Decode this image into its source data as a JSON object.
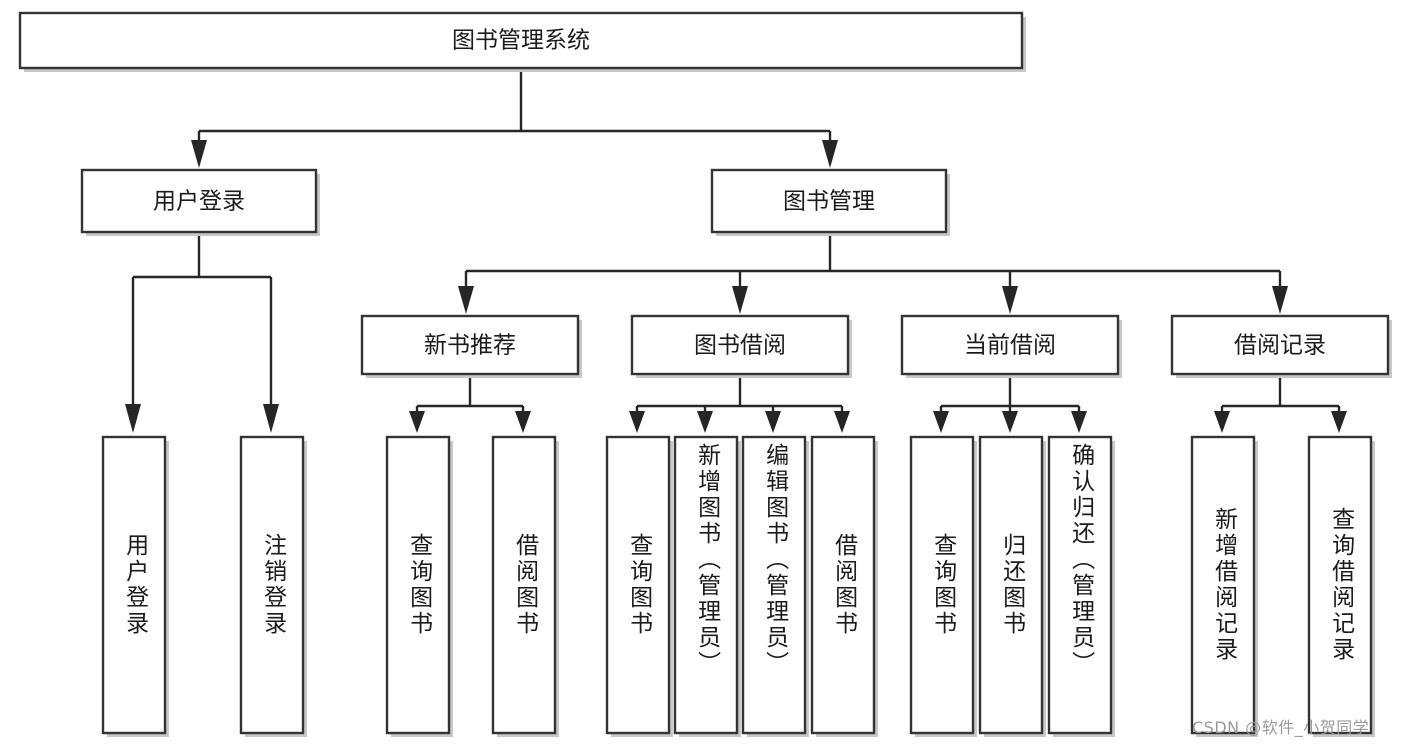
{
  "diagram": {
    "title": "图书管理系统",
    "type": "tree-hierarchy",
    "watermark": "CSDN @软件_小贺同学",
    "colors": {
      "box_fill": "#ffffff",
      "box_stroke": "#333333",
      "line": "#262626",
      "text": "#1b1b1b",
      "watermark": "#9a9a9a",
      "background": "#ffffff"
    },
    "levels": {
      "root": {
        "label": "图书管理系统"
      },
      "level2": [
        {
          "label": "用户登录"
        },
        {
          "label": "图书管理"
        }
      ],
      "level3": [
        {
          "label": "新书推荐"
        },
        {
          "label": "图书借阅"
        },
        {
          "label": "当前借阅"
        },
        {
          "label": "借阅记录"
        }
      ],
      "level4": [
        {
          "label": "用户登录",
          "parent": "用户登录"
        },
        {
          "label": "注销登录",
          "parent": "用户登录"
        },
        {
          "label": "查询图书",
          "parent": "新书推荐"
        },
        {
          "label": "借阅图书",
          "parent": "新书推荐"
        },
        {
          "label": "查询图书",
          "parent": "图书借阅"
        },
        {
          "label": "新增图书（管理员）",
          "parent": "图书借阅"
        },
        {
          "label": "编辑图书（管理员）",
          "parent": "图书借阅"
        },
        {
          "label": "借阅图书",
          "parent": "图书借阅"
        },
        {
          "label": "查询图书",
          "parent": "当前借阅"
        },
        {
          "label": "归还图书",
          "parent": "当前借阅"
        },
        {
          "label": "确认归还（管理员）",
          "parent": "当前借阅"
        },
        {
          "label": "新增借阅记录",
          "parent": "借阅记录"
        },
        {
          "label": "查询借阅记录",
          "parent": "借阅记录"
        }
      ]
    }
  }
}
